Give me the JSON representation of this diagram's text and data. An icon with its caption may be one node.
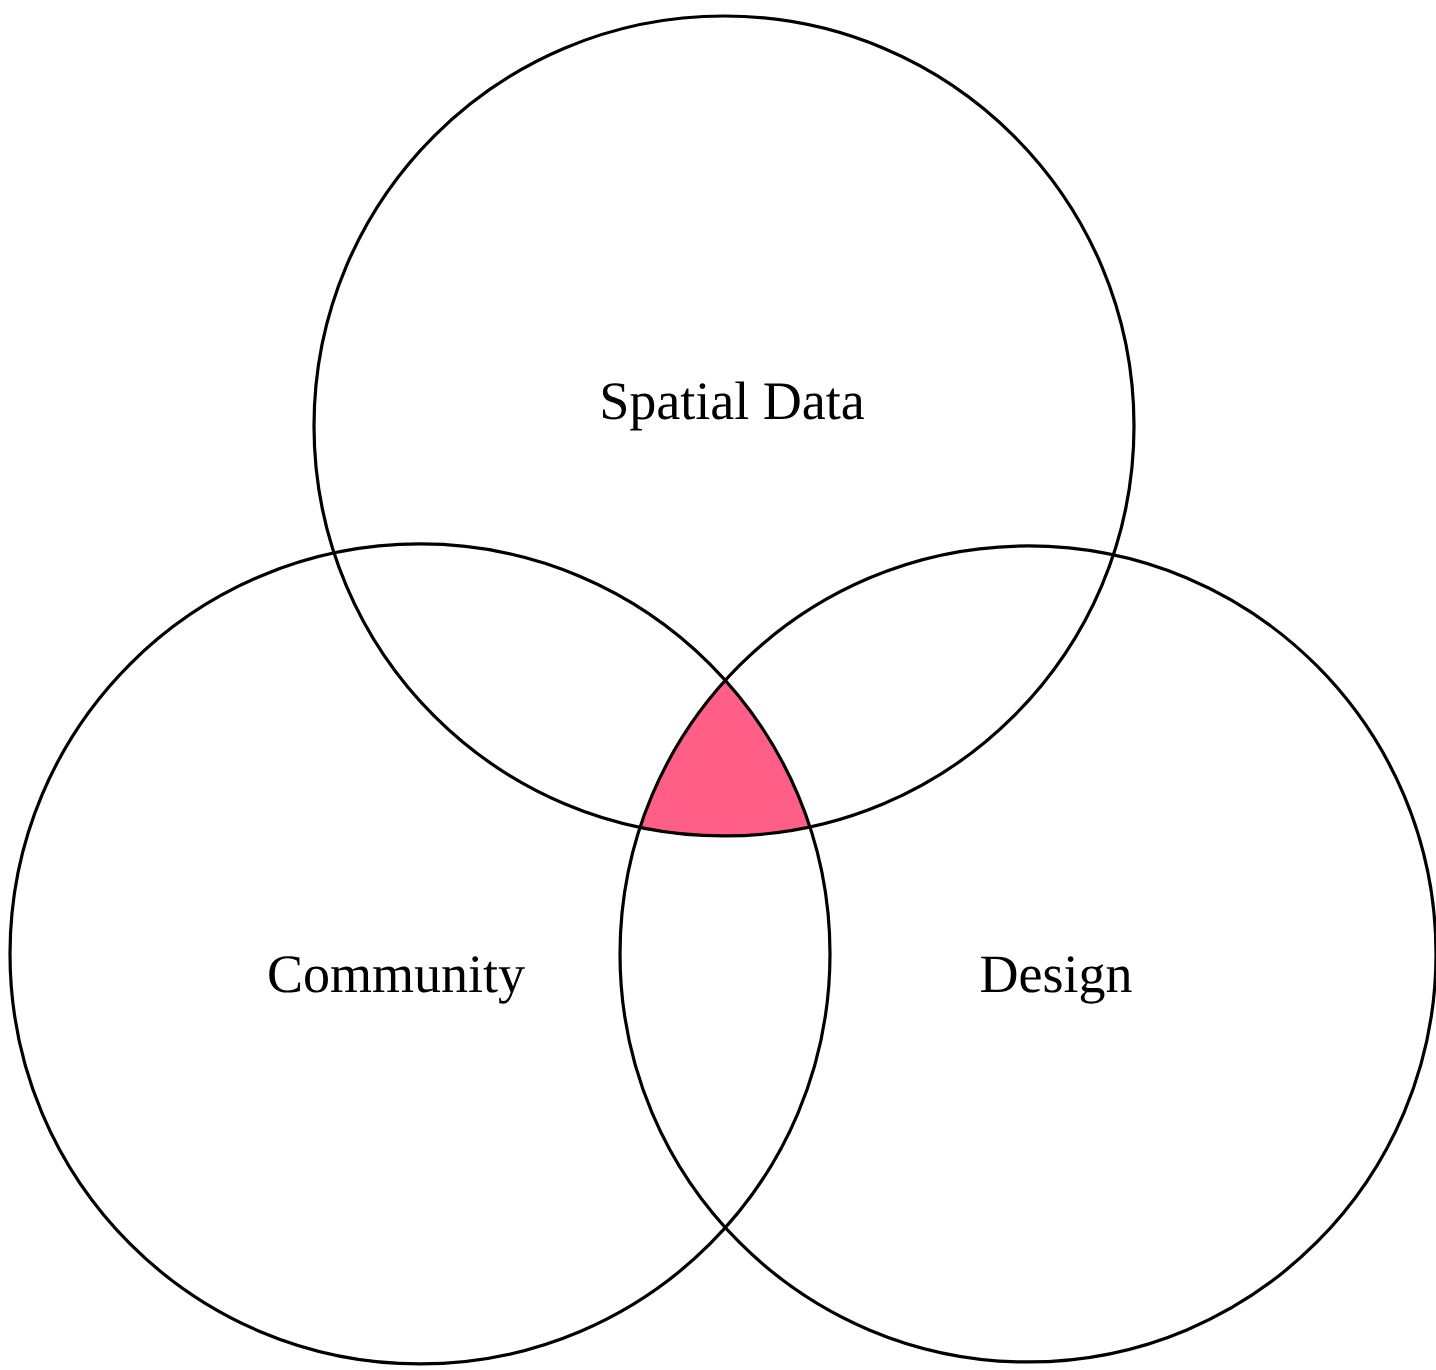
{
  "diagram": {
    "nodes": [
      {
        "text": [
          "Spatial Data"
        ]
      },
      {
        "text": [
          "Community"
        ]
      },
      {
        "text": [
          "Design"
        ]
      }
    ]
  }
}
